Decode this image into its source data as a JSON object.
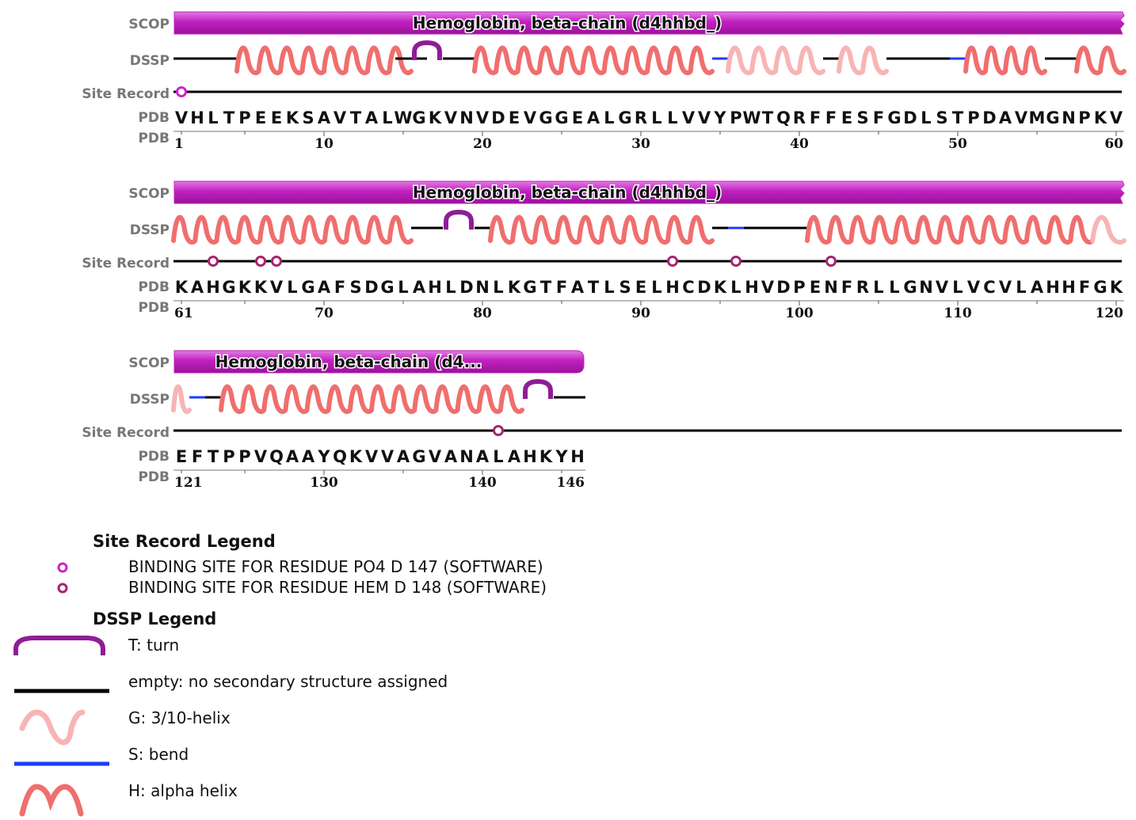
{
  "track_labels": {
    "scop": "SCOP",
    "dssp": "DSSP",
    "site": "Site Record",
    "pdb": "PDB"
  },
  "colors": {
    "domain": "#c026c0",
    "helix": "#f06e6e",
    "helix310": "#f8b4b4",
    "bend": "#1c3cff",
    "turn": "#8e1d96",
    "coil": "#000000",
    "site_po4": "#cc22cc",
    "site_hem": "#a8236f"
  },
  "rows": [
    {
      "start": 1,
      "sequence": "VHLTPEEKSAVTALWGKVNVDEVGGEALGRLLVVYPWTQRFFESFGDLSTPDAVMGNPKV",
      "domain_label": "Hemoglobin, beta-chain (d4hhbd_)",
      "tick_labels": [
        "1",
        "10",
        "20",
        "30",
        "40",
        "50",
        "60"
      ],
      "tick_residues": [
        1,
        10,
        20,
        30,
        40,
        50,
        60
      ],
      "dssp": [
        {
          "type": "empty",
          "from": 1,
          "to": 4
        },
        {
          "type": "H",
          "from": 5,
          "to": 15
        },
        {
          "type": "empty",
          "from": 15,
          "to": 16
        },
        {
          "type": "T",
          "from": 16,
          "to": 17
        },
        {
          "type": "empty",
          "from": 18,
          "to": 19
        },
        {
          "type": "H",
          "from": 20,
          "to": 34
        },
        {
          "type": "S",
          "from": 35,
          "to": 35
        },
        {
          "type": "G",
          "from": 36,
          "to": 41
        },
        {
          "type": "empty",
          "from": 42,
          "to": 42
        },
        {
          "type": "G",
          "from": 43,
          "to": 45
        },
        {
          "type": "empty",
          "from": 46,
          "to": 49
        },
        {
          "type": "S",
          "from": 50,
          "to": 50
        },
        {
          "type": "H",
          "from": 51,
          "to": 55
        },
        {
          "type": "empty",
          "from": 56,
          "to": 57
        },
        {
          "type": "H",
          "from": 58,
          "to": 60
        }
      ],
      "sites": [
        {
          "residue": 1,
          "kind": "po4"
        }
      ]
    },
    {
      "start": 61,
      "sequence": "KAHGKKVLGAFSDGLAHLDNLKGTFATLSELHCDKLHVDPENFRLLGNVLVCVLAHHFGK",
      "domain_label": "Hemoglobin, beta-chain (d4hhbd_)",
      "tick_labels": [
        "61",
        "70",
        "80",
        "90",
        "100",
        "110",
        "120"
      ],
      "tick_residues": [
        61,
        70,
        80,
        90,
        100,
        110,
        120
      ],
      "dssp": [
        {
          "type": "H",
          "from": 61,
          "to": 75
        },
        {
          "type": "empty",
          "from": 76,
          "to": 77
        },
        {
          "type": "T",
          "from": 78,
          "to": 79
        },
        {
          "type": "empty",
          "from": 80,
          "to": 80
        },
        {
          "type": "H",
          "from": 81,
          "to": 94
        },
        {
          "type": "empty",
          "from": 95,
          "to": 95
        },
        {
          "type": "S",
          "from": 96,
          "to": 96
        },
        {
          "type": "empty",
          "from": 97,
          "to": 100
        },
        {
          "type": "H",
          "from": 101,
          "to": 118
        },
        {
          "type": "G",
          "from": 119,
          "to": 120
        }
      ],
      "sites": [
        {
          "residue": 63,
          "kind": "hem"
        },
        {
          "residue": 66,
          "kind": "hem"
        },
        {
          "residue": 67,
          "kind": "hem"
        },
        {
          "residue": 92,
          "kind": "hem"
        },
        {
          "residue": 96,
          "kind": "hem"
        },
        {
          "residue": 102,
          "kind": "hem"
        }
      ]
    },
    {
      "start": 121,
      "sequence": "EFTPPVQAAYQKVVAGVANALAHKYH",
      "domain_label": "Hemoglobin, beta-chain (d4...",
      "tick_labels": [
        "121",
        "130",
        "140",
        "146"
      ],
      "tick_residues": [
        121,
        130,
        140,
        146
      ],
      "dssp": [
        {
          "type": "G",
          "from": 121,
          "to": 121
        },
        {
          "type": "S",
          "from": 122,
          "to": 122
        },
        {
          "type": "empty",
          "from": 123,
          "to": 123
        },
        {
          "type": "H",
          "from": 124,
          "to": 142
        },
        {
          "type": "T",
          "from": 143,
          "to": 144
        },
        {
          "type": "empty",
          "from": 145,
          "to": 146
        }
      ],
      "sites": [
        {
          "residue": 141,
          "kind": "hem"
        }
      ]
    }
  ],
  "site_legend": {
    "title": "Site Record Legend",
    "items": [
      {
        "kind": "po4",
        "text": "BINDING SITE FOR RESIDUE PO4 D 147 (SOFTWARE)"
      },
      {
        "kind": "hem",
        "text": "BINDING SITE FOR RESIDUE HEM D 148 (SOFTWARE)"
      }
    ]
  },
  "dssp_legend": {
    "title": "DSSP Legend",
    "items": [
      {
        "type": "T",
        "text": "T: turn"
      },
      {
        "type": "empty",
        "text": "empty: no secondary structure assigned"
      },
      {
        "type": "G",
        "text": "G: 3/10-helix"
      },
      {
        "type": "S",
        "text": "S: bend"
      },
      {
        "type": "H",
        "text": "H: alpha helix"
      }
    ]
  }
}
